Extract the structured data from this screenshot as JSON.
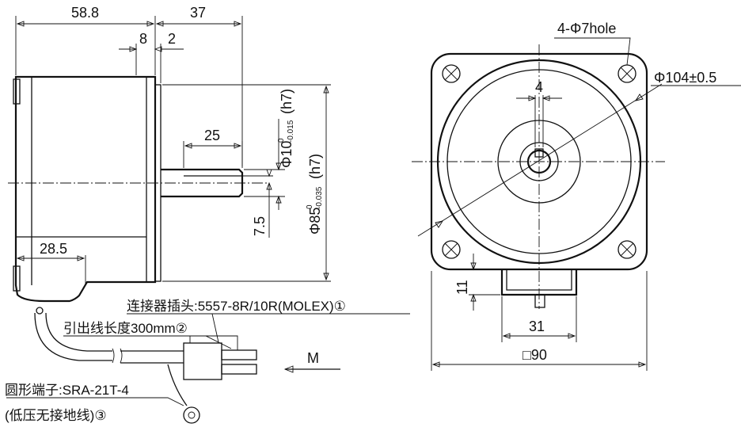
{
  "side_view": {
    "dim_total_length": "58.8",
    "dim_shaft_length": "37",
    "dim_flange": "8",
    "dim_pilot": "2",
    "dim_shaft_flat": "25",
    "dim_shaft_dia_main": "Φ10",
    "dim_shaft_dia_tol_upper": "0",
    "dim_shaft_dia_tol_lower": "-0.015",
    "dim_shaft_dia_fit": "(h7)",
    "dim_pilot_dia_main": "Φ85",
    "dim_pilot_dia_tol_upper": "0",
    "dim_pilot_dia_tol_lower": "-0.035",
    "dim_pilot_dia_fit": "(h7)",
    "dim_flat_offset": "7.5",
    "dim_lead_exit": "28.5",
    "connector_label": "连接器插头:5557-8R/10R(MOLEX)①",
    "lead_length_label": "引出线长度300mm②",
    "terminal_label_line1": "圆形端子:SRA-21T-4",
    "terminal_label_line2": "(低压无接地线)③",
    "view_arrow_label": "M"
  },
  "front_view": {
    "hole_label": "4-Φ7hole",
    "pcd_label": "Φ104±0.5",
    "key_width": "4",
    "boss_offset": "11",
    "boss_width": "31",
    "square_size": "□90"
  }
}
